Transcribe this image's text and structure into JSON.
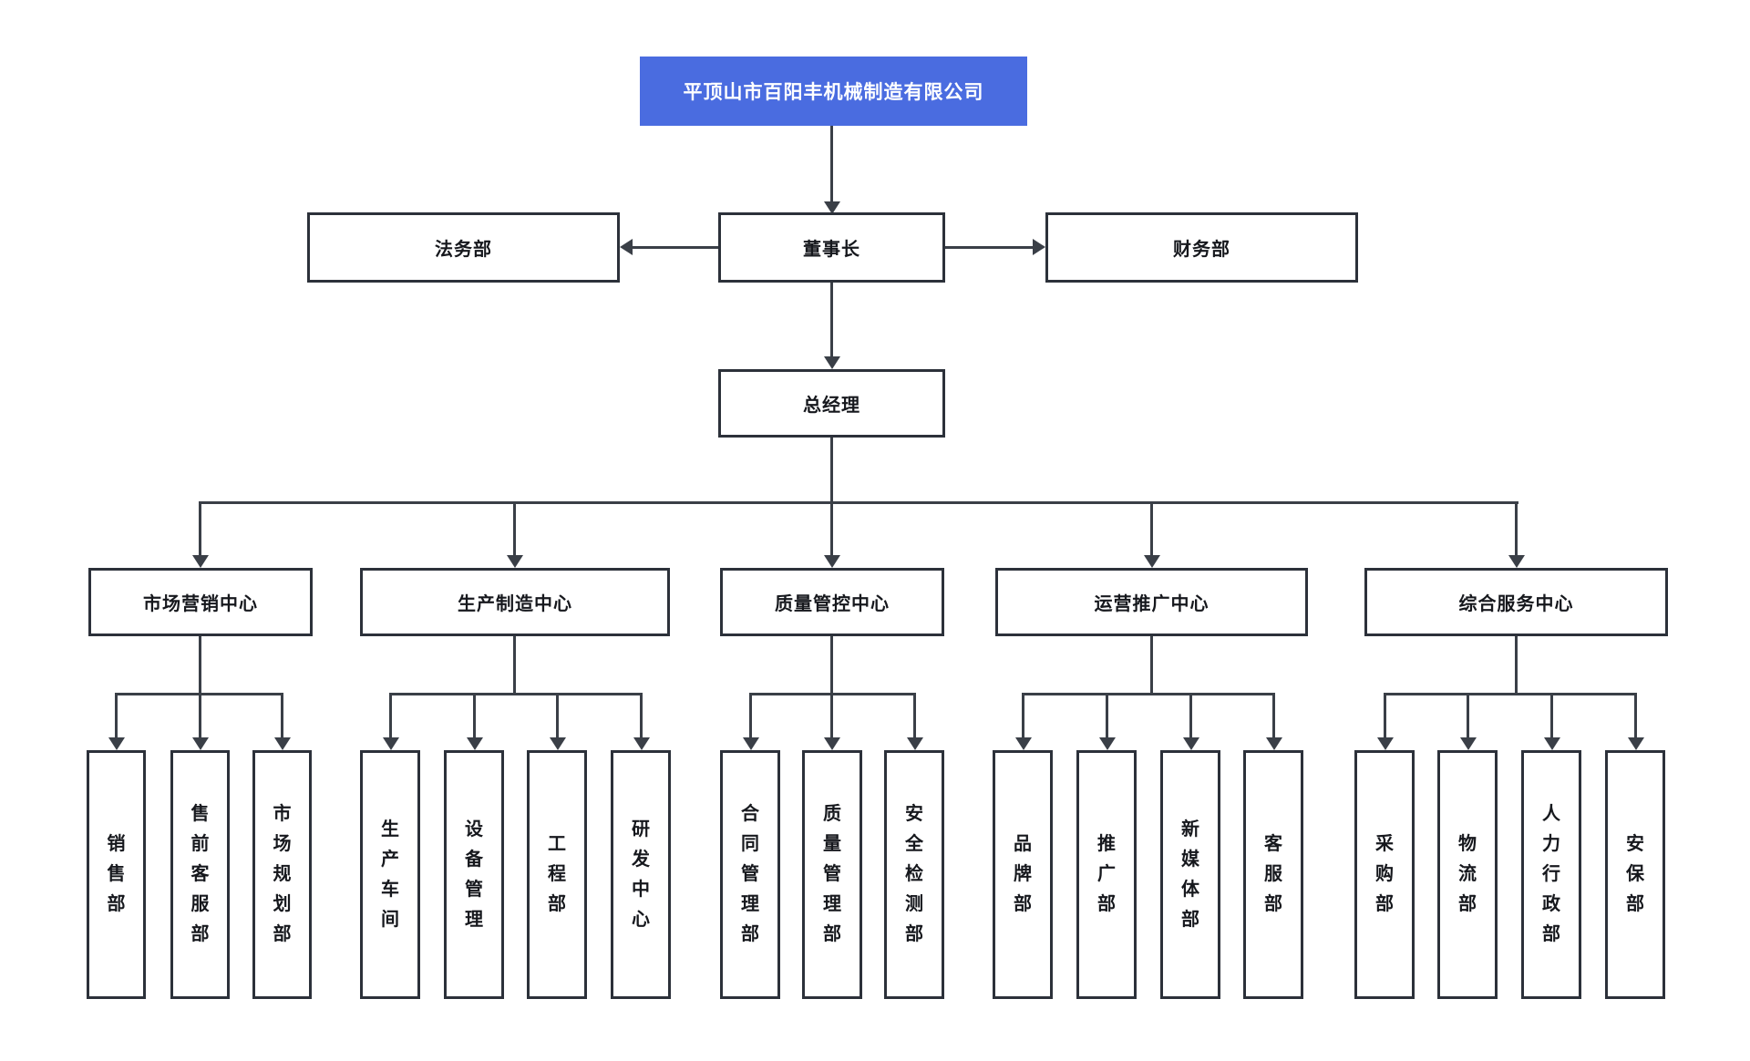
{
  "colors": {
    "root_bg": "#4a6ce0",
    "root_text": "#ffffff",
    "line": "#3a3f47",
    "box_border": "#2c313a",
    "text": "#16181d",
    "background": "#ffffff"
  },
  "org": {
    "root": {
      "label": "平顶山市百阳丰机械制造有限公司"
    },
    "chairman": {
      "label": "董事长"
    },
    "legal": {
      "label": "法务部"
    },
    "finance": {
      "label": "财务部"
    },
    "gm": {
      "label": "总经理"
    },
    "centers": [
      {
        "label": "市场营销中心",
        "children": [
          {
            "label": "销售部"
          },
          {
            "label": "售前客服部"
          },
          {
            "label": "市场规划部"
          }
        ]
      },
      {
        "label": "生产制造中心",
        "children": [
          {
            "label": "生产车间"
          },
          {
            "label": "设备管理"
          },
          {
            "label": "工程部"
          },
          {
            "label": "研发中心"
          }
        ]
      },
      {
        "label": "质量管控中心",
        "children": [
          {
            "label": "合同管理部"
          },
          {
            "label": "质量管理部"
          },
          {
            "label": "安全检测部"
          }
        ]
      },
      {
        "label": "运营推广中心",
        "children": [
          {
            "label": "品牌部"
          },
          {
            "label": "推广部"
          },
          {
            "label": "新媒体部"
          },
          {
            "label": "客服部"
          }
        ]
      },
      {
        "label": "综合服务中心",
        "children": [
          {
            "label": "采购部"
          },
          {
            "label": "物流部"
          },
          {
            "label": "人力行政部"
          },
          {
            "label": "安保部"
          }
        ]
      }
    ]
  }
}
